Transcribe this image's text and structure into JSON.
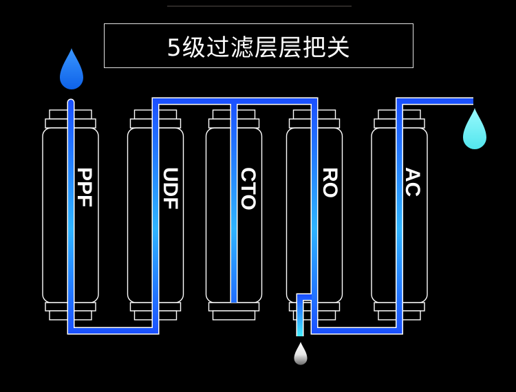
{
  "title": "5级过滤层层把关",
  "filters": [
    {
      "label": "PPF"
    },
    {
      "label": "UDF"
    },
    {
      "label": "CTO"
    },
    {
      "label": "RO"
    },
    {
      "label": "AC"
    }
  ],
  "icons": {
    "inlet": "water-drop-icon",
    "outlet": "water-drop-icon",
    "waste": "water-drop-icon"
  },
  "colors": {
    "background": "#000000",
    "outline": "#ffffff",
    "pipe": "#1a4dff",
    "pipe_mid": "#2fb4ff",
    "waste_pipe": "#46f0ff",
    "inlet_drop_light": "#3a96ff",
    "inlet_drop": "#0e62e8",
    "outlet_drop_light": "#9af9fc",
    "outlet_drop": "#52e6ee",
    "waste_drop_light": "#ffffff",
    "waste_drop": "#6b6b6b"
  }
}
